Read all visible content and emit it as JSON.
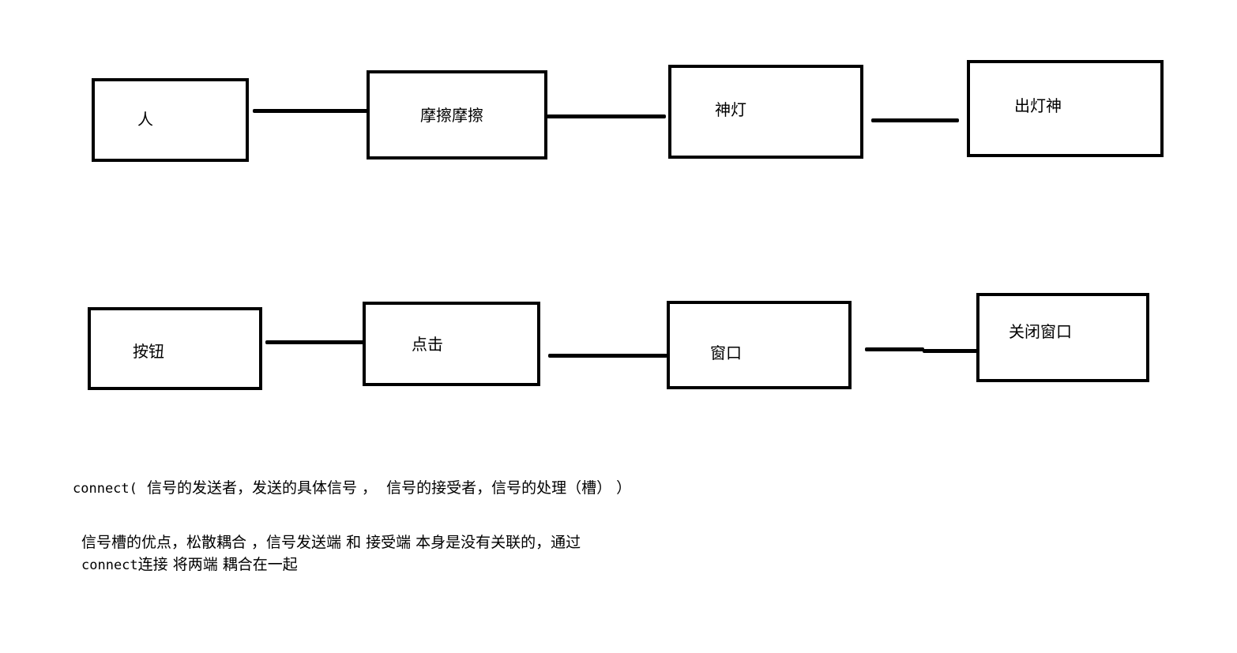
{
  "row1": {
    "box1": "人",
    "box2": "摩擦摩擦",
    "box3": "神灯",
    "box4": "出灯神"
  },
  "row2": {
    "box1": "按钮",
    "box2": "点击",
    "box3": "窗口",
    "box4": "关闭窗口"
  },
  "notes": {
    "connect_keyword": "connect(",
    "connect_args": "  信号的发送者，发送的具体信号 ，  信号的接受者，信号的处理（槽） ）",
    "line2": "信号槽的优点，松散耦合 ，信号发送端 和 接受端 本身是没有关联的，通过",
    "line3_keyword": "connect",
    "line3_rest": "连接 将两端 耦合在一起"
  }
}
